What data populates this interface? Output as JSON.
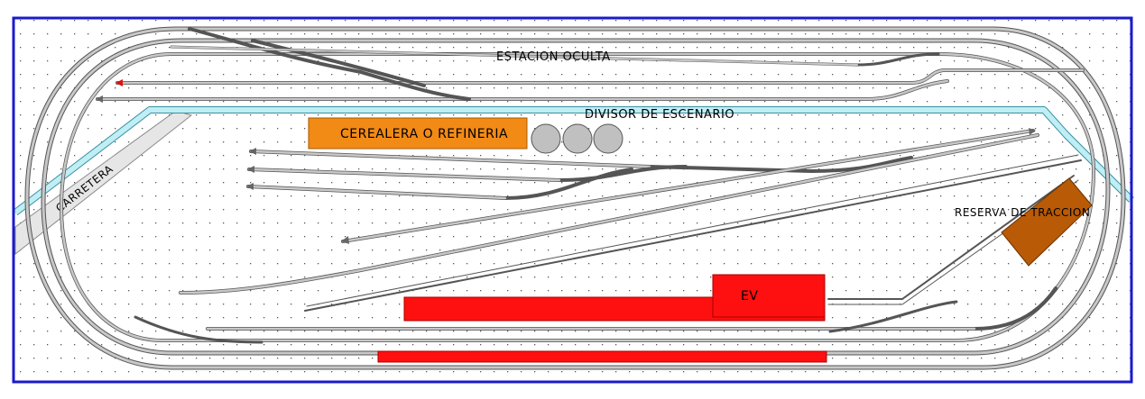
{
  "layout_plan": {
    "labels": {
      "hidden_station": "ESTACION OCULTA",
      "scene_divider": "DIVISOR DE ESCENARIO",
      "grain_refinery": "CEREALERA O REFINERIA",
      "road": "CARRETERA",
      "traction_reserve": "RESERVA DE TRACCION",
      "ev": "EV"
    },
    "colors": {
      "border": "#1a1acc",
      "track_rail": "#555555",
      "track_bed": "#c8c8c8",
      "divider": "#bfeef5",
      "divider_edge": "#3a8fa0",
      "road": "#e6e6e6",
      "refinery": "#f28a16",
      "silo": "#c0c0c0",
      "depot": "#b85a06",
      "ev_building": "#ff1010",
      "grid_dot": "#555555"
    },
    "icons": [
      "buffer-stop-arrow-icon",
      "silo-icon"
    ]
  }
}
